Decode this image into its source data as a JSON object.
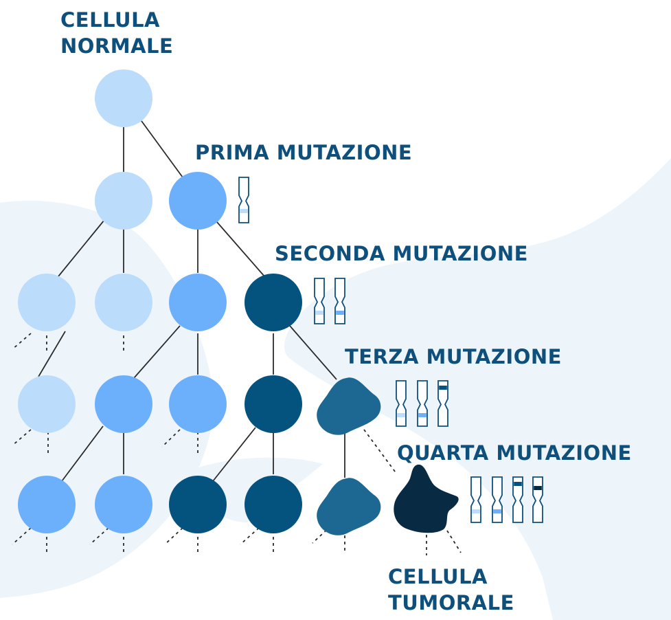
{
  "labels": {
    "normal_cell": [
      "CELLULA",
      "NORMALE"
    ],
    "first_mutation": "PRIMA MUTAZIONE",
    "second_mutation": "SECONDA MUTAZIONE",
    "third_mutation": "TERZA MUTAZIONE",
    "fourth_mutation": "QUARTA MUTAZIONE",
    "tumor_cell": [
      "CELLULA",
      "TUMORALE"
    ]
  },
  "colors": {
    "normal": "#bcdcfb",
    "mutation_1": "#6cb0fb",
    "mutation_2": "#04537f",
    "mutation_3": "#1d6892",
    "mutation_4": "#082a42",
    "line": "#2b2b2b",
    "chromosome_outline": "#0e4f7c",
    "background_blob": "#edf4fa",
    "text": "#0e4f7c"
  }
}
